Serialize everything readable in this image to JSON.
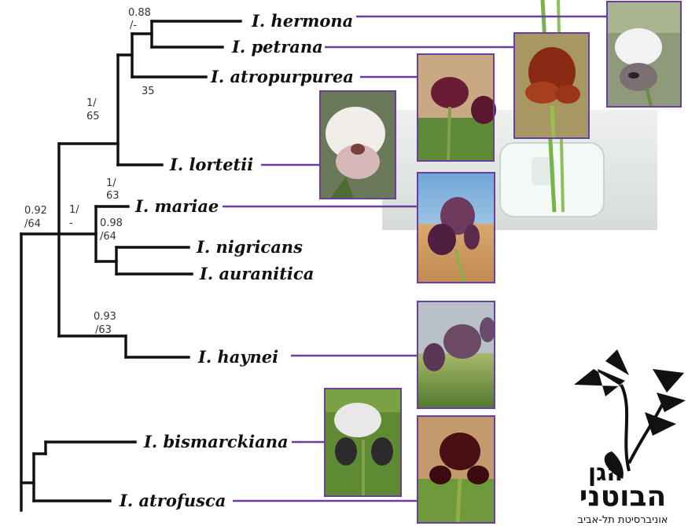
{
  "tree": {
    "taxa": {
      "hermona": "I. hermona",
      "petrana": "I. petrana",
      "atropurpurea": "I. atropurpurea",
      "lortetii": "I. lortetii",
      "mariae": "I. mariae",
      "nigricans": "I. nigricans",
      "auranitica": "I. auranitica",
      "haynei": "I. haynei",
      "bismarckiana": "I. bismarckiana",
      "atrofusca": "I. atrofusca"
    },
    "support": {
      "hermona_petrana_top": "0.88",
      "hermona_petrana_bot": "/-",
      "atropurpurea_node": "35",
      "lortetii_node_top": "1/",
      "lortetii_node_bot": "65",
      "mariae_node_top": "1/",
      "mariae_node_bot": "63",
      "nigricans_node_top": "0.98",
      "nigricans_node_bot": "/64",
      "inner_clade_top": "1/",
      "inner_clade_bot": "-",
      "root_clade_top": "0.92",
      "root_clade_bot": "/64",
      "haynei_node_top": "0.93",
      "haynei_node_bot": "/63"
    }
  },
  "logo": {
    "line1": "הגן",
    "line2": "הבוטני",
    "line3": "אוניברסיטת תל-אביב"
  },
  "colors": {
    "connector": "#6b3fa0",
    "branch": "#111111"
  },
  "photos": [
    {
      "id": "hermona",
      "icon": "white-iris-photo"
    },
    {
      "id": "petrana",
      "icon": "brown-iris-photo"
    },
    {
      "id": "atropurpurea",
      "icon": "maroon-iris-photo"
    },
    {
      "id": "lortetii",
      "icon": "pale-iris-photo"
    },
    {
      "id": "mariae",
      "icon": "purple-iris-photo"
    },
    {
      "id": "haynei",
      "icon": "dark-purple-iris-photo"
    },
    {
      "id": "bismarckiana",
      "icon": "spotted-iris-photo"
    },
    {
      "id": "atrofusca",
      "icon": "dark-red-iris-photo"
    }
  ]
}
